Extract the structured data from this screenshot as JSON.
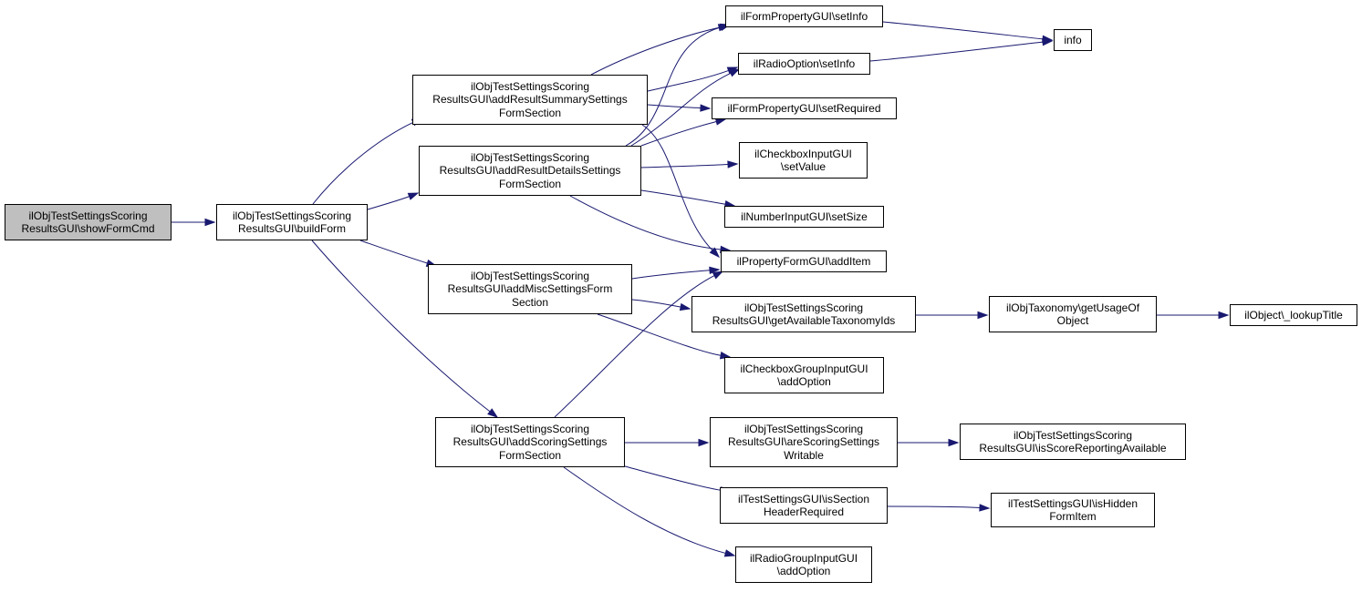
{
  "nodes": {
    "showFormCmd": [
      "ilObjTestSettingsScoring",
      "ResultsGUI\\showFormCmd"
    ],
    "buildForm": [
      "ilObjTestSettingsScoring",
      "ResultsGUI\\buildForm"
    ],
    "addResultSummary": [
      "ilObjTestSettingsScoring",
      "ResultsGUI\\addResultSummarySettings",
      "FormSection"
    ],
    "addResultDetails": [
      "ilObjTestSettingsScoring",
      "ResultsGUI\\addResultDetailsSettings",
      "FormSection"
    ],
    "addMisc": [
      "ilObjTestSettingsScoring",
      "ResultsGUI\\addMiscSettingsForm",
      "Section"
    ],
    "addScoring": [
      "ilObjTestSettingsScoring",
      "ResultsGUI\\addScoringSettings",
      "FormSection"
    ],
    "formSetInfo": [
      "ilFormPropertyGUI\\setInfo"
    ],
    "radioSetInfo": [
      "ilRadioOption\\setInfo"
    ],
    "setRequired": [
      "ilFormPropertyGUI\\setRequired"
    ],
    "checkboxSetValue": [
      "ilCheckboxInputGUI",
      "\\setValue"
    ],
    "setSize": [
      "ilNumberInputGUI\\setSize"
    ],
    "addItem": [
      "ilPropertyFormGUI\\addItem"
    ],
    "getTaxIds": [
      "ilObjTestSettingsScoring",
      "ResultsGUI\\getAvailableTaxonomyIds"
    ],
    "cbGroupAddOption": [
      "ilCheckboxGroupInputGUI",
      "\\addOption"
    ],
    "areWritable": [
      "ilObjTestSettingsScoring",
      "ResultsGUI\\areScoringSettings",
      "Writable"
    ],
    "sectionHeader": [
      "ilTestSettingsGUI\\isSection",
      "HeaderRequired"
    ],
    "radioGroupAdd": [
      "ilRadioGroupInputGUI",
      "\\addOption"
    ],
    "info": [
      "info"
    ],
    "getUsageOf": [
      "ilObjTaxonomy\\getUsageOf",
      "Object"
    ],
    "lookupTitle": [
      "ilObject\\_lookupTitle"
    ],
    "isScoreReporting": [
      "ilObjTestSettingsScoring",
      "ResultsGUI\\isScoreReportingAvailable"
    ],
    "isHiddenForm": [
      "ilTestSettingsGUI\\isHidden",
      "FormItem"
    ]
  },
  "edges": [
    [
      "showFormCmd",
      "buildForm"
    ],
    [
      "buildForm",
      "addResultSummary"
    ],
    [
      "buildForm",
      "addResultDetails"
    ],
    [
      "buildForm",
      "addMisc"
    ],
    [
      "buildForm",
      "addScoring"
    ],
    [
      "addResultSummary",
      "formSetInfo"
    ],
    [
      "addResultSummary",
      "radioSetInfo"
    ],
    [
      "addResultSummary",
      "setRequired"
    ],
    [
      "addResultSummary",
      "addItem"
    ],
    [
      "addResultDetails",
      "formSetInfo"
    ],
    [
      "addResultDetails",
      "radioSetInfo"
    ],
    [
      "addResultDetails",
      "setRequired"
    ],
    [
      "addResultDetails",
      "checkboxSetValue"
    ],
    [
      "addResultDetails",
      "setSize"
    ],
    [
      "addResultDetails",
      "addItem"
    ],
    [
      "addMisc",
      "addItem"
    ],
    [
      "addMisc",
      "getTaxIds"
    ],
    [
      "addMisc",
      "cbGroupAddOption"
    ],
    [
      "addScoring",
      "addItem"
    ],
    [
      "addScoring",
      "areWritable"
    ],
    [
      "addScoring",
      "sectionHeader"
    ],
    [
      "addScoring",
      "radioGroupAdd"
    ],
    [
      "formSetInfo",
      "info"
    ],
    [
      "radioSetInfo",
      "info"
    ],
    [
      "getTaxIds",
      "getUsageOf"
    ],
    [
      "getUsageOf",
      "lookupTitle"
    ],
    [
      "areWritable",
      "isScoreReporting"
    ],
    [
      "sectionHeader",
      "isHiddenForm"
    ]
  ]
}
